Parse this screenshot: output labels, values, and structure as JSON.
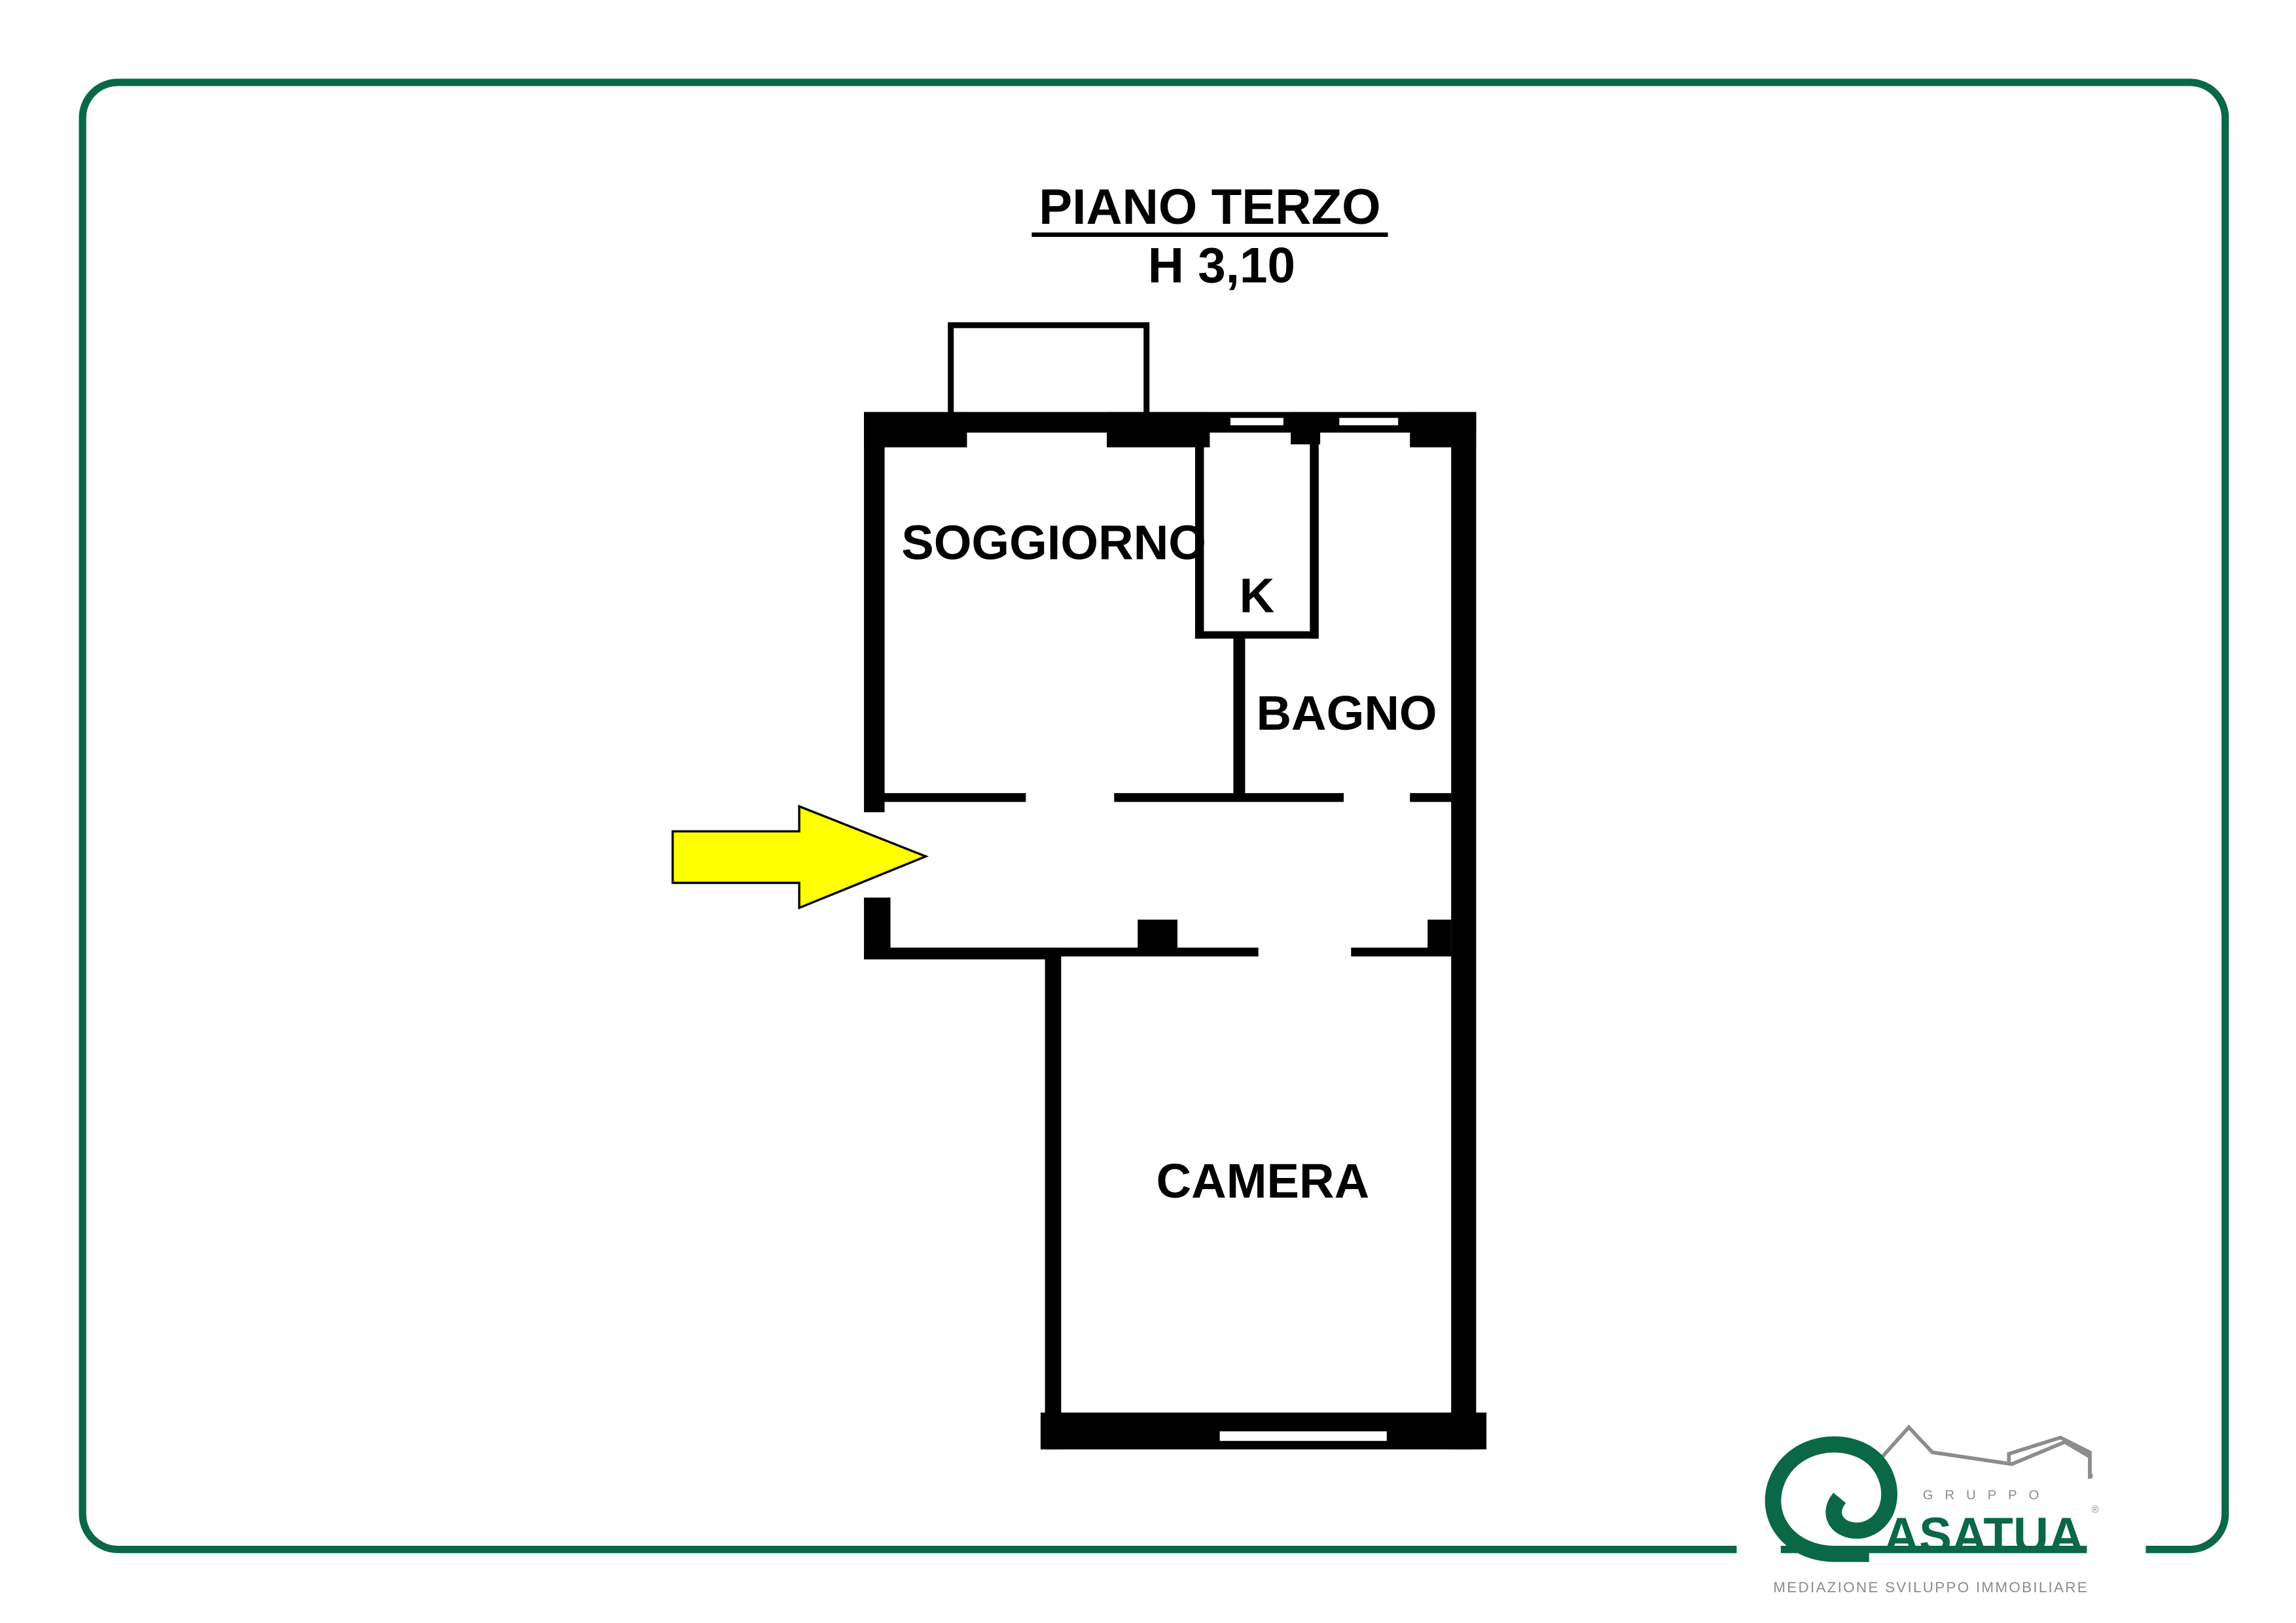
{
  "title": {
    "floor": "PIANO TERZO",
    "height": "H 3,10"
  },
  "rooms": {
    "living": "SOGGIORNO",
    "kitchen": "K",
    "bathroom": "BAGNO",
    "bedroom": "CAMERA"
  },
  "logo": {
    "group": "GRUPPO",
    "name": "ASATUA",
    "registered": "®",
    "tagline": "MEDIAZIONE SVILUPPO IMMOBILIARE"
  },
  "colors": {
    "frame": "#0a6847",
    "arrow": "#ffff00",
    "logo_gray": "#8c8c8c"
  }
}
